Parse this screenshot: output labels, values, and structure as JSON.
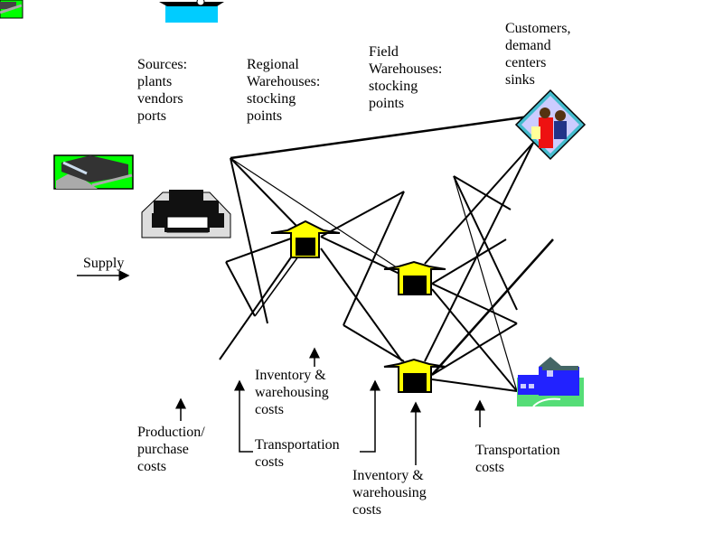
{
  "labels": {
    "sources": "Sources:\nplants\nvendors\nports",
    "regional": "Regional\nWarehouses:\nstocking\npoints",
    "field": "Field\nWarehouses:\nstocking\npoints",
    "customers": "Customers,\ndemand\ncenters\nsinks",
    "supply": "Supply",
    "inventory1": "Inventory &\nwarehousing\ncosts",
    "production": "Production/\npurchase\ncosts",
    "transport1": "Transportation\ncosts",
    "inventory2": "Inventory &\nwarehousing\ncosts",
    "transport2": "Transportation\ncosts"
  },
  "icons": [
    "plant-icon",
    "ship-port-icon",
    "factory-icon",
    "warehouse-icon",
    "customers-icon",
    "house-icon"
  ],
  "colors": {
    "warehouse": "#ffff00",
    "grass": "#00ff00",
    "water": "#00ccff",
    "house": "#0000ff"
  }
}
